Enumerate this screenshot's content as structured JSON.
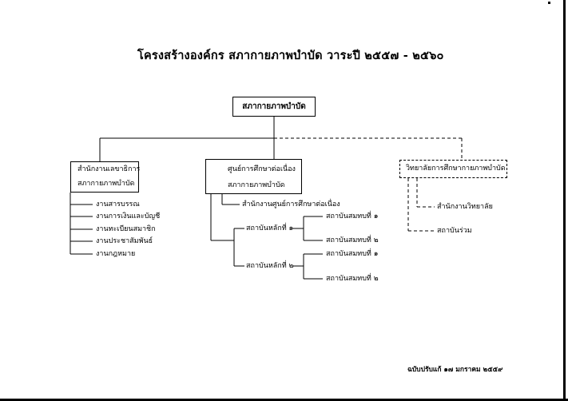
{
  "title": "โครงสร้างองค์กร สภากายภาพบำบัด วาระปี ๒๕๕๗ - ๒๕๖๐",
  "root": {
    "label": "สภากายภาพบำบัด"
  },
  "units": [
    {
      "label_line1": "สำนักงานเลขาธิการ",
      "label_line2": "สภากายภาพบำบัด",
      "children": [
        "งานสารบรรณ",
        "งานการเงินและบัญชี",
        "งานทะเบียนสมาชิก",
        "งานประชาสัมพันธ์",
        "งานกฎหมาย"
      ]
    },
    {
      "label_line1": "ศูนย์การศึกษาต่อเนื่อง",
      "label_line2": "สภากายภาพบำบัด",
      "office": "สำนักงานศูนย์การศึกษาต่อเนื่อง",
      "main_institutes": [
        {
          "label": "สถาบันหลักที่ ๑",
          "partners": [
            "สถาบันสมทบที่ ๑",
            "สถาบันสมทบที่ ๒"
          ]
        },
        {
          "label": "สถาบันหลักที่ ๒",
          "partners": [
            "สถาบันสมทบที่ ๑",
            "สถาบันสมทบที่ ๒"
          ]
        }
      ]
    },
    {
      "label": "วิทยาลัยการศึกษากายภาพบำบัด",
      "children": [
        "สำนักงานวิทยาลัย",
        "สถาบันร่วม"
      ]
    }
  ],
  "footnote": "ฉบับปรับแก้ ๑๗ มกราคม ๒๕๕๙"
}
